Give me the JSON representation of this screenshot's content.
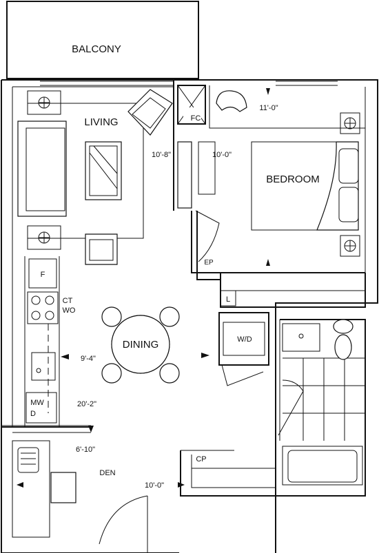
{
  "rooms": {
    "balcony": "BALCONY",
    "living": "LIVING",
    "bedroom": "BEDROOM",
    "dining": "DINING",
    "den": "DEN"
  },
  "fixtures": {
    "fc": "FC",
    "ep": "EP",
    "l": "L",
    "f": "F",
    "ct": "CT",
    "wo": "WO",
    "mw": "MW",
    "d": "D",
    "wd": "W/D",
    "cp": "CP"
  },
  "dimensions": {
    "bedroom_top": "11'-0\"",
    "living_width": "10'-8\"",
    "bedroom_width": "10'-0\"",
    "kitchen": "9'-4\"",
    "unit_length": "20'-2\"",
    "den_depth": "6'-10\"",
    "den_width": "10'-0\""
  }
}
